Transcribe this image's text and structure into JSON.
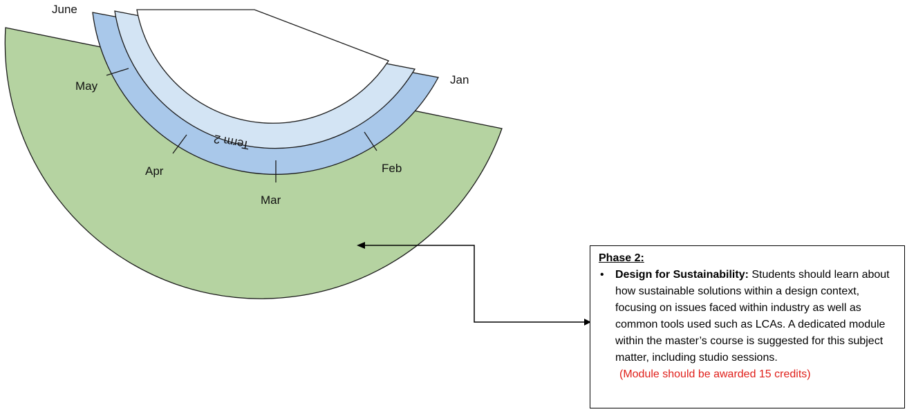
{
  "diagram": {
    "months": {
      "june": "June",
      "may": "May",
      "apr": "Apr",
      "mar": "Mar",
      "feb": "Feb",
      "jan": "Jan"
    },
    "term_label": "Term 2",
    "colors": {
      "phase_band": "#b5d3a1",
      "month_band": "#a9c8ea",
      "term_band": "#d3e4f4",
      "outline": "#1a1a1a",
      "arrow": "#000000",
      "note_text": "#e0201b"
    }
  },
  "phase_box": {
    "title": "Phase 2:",
    "bullet": "•",
    "item_heading": "Design for Sustainability:",
    "item_text": " Students should learn about how sustainable solutions within a design context, focusing on issues faced within industry as well as common tools used such as LCAs. A dedicated module within the master’s course is suggested for this subject matter, including studio sessions.",
    "note": "(Module should be awarded 15 credits)"
  }
}
